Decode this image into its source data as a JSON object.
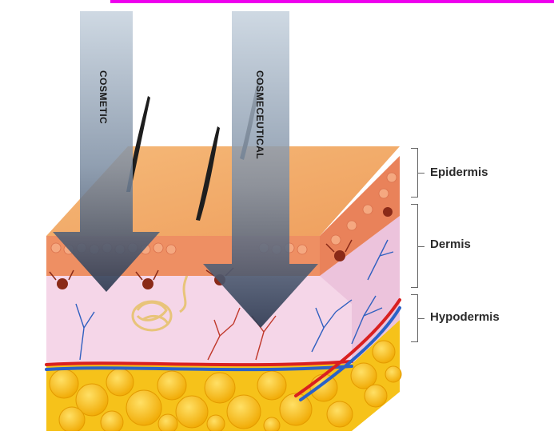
{
  "layers": {
    "epidermis": "Epidermis",
    "dermis": "Dermis",
    "hypodermis": "Hypodermis"
  },
  "arrows": {
    "cosmetic": "COSMETIC",
    "cosmeceutical": "COSMECEUTICAL"
  },
  "colors": {
    "top_bar": "#ee00ee",
    "epidermis_top": "#f3ad6b",
    "epidermis_side": "#ee8f63",
    "dermis": "#f4d4e6",
    "hypodermis_fat": "#f4b400",
    "arrow_fill": "#9aaabb",
    "arrow_dark": "#34425a"
  }
}
